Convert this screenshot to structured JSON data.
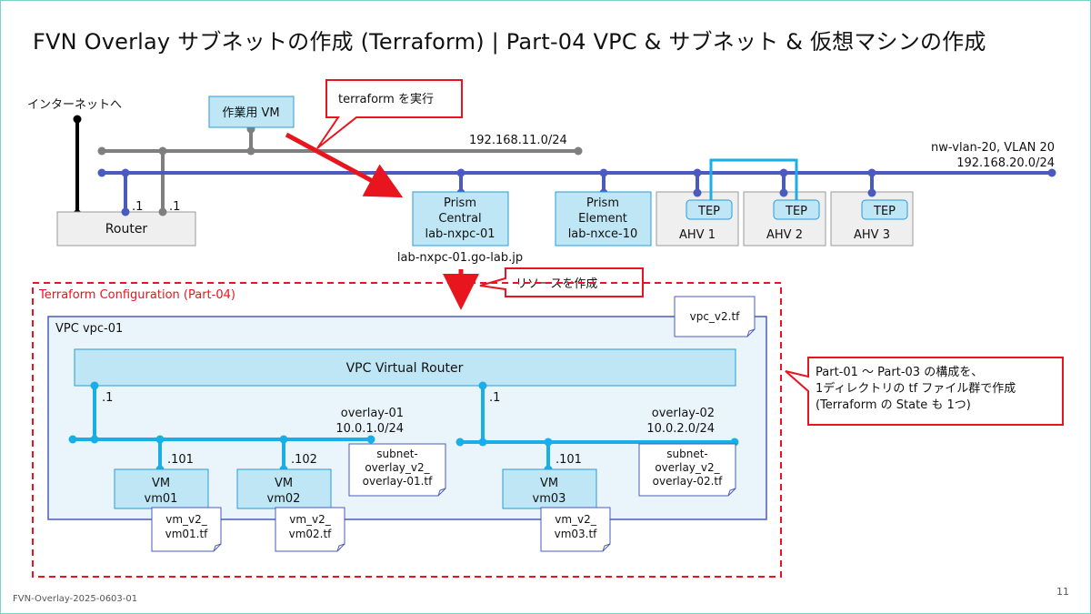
{
  "title": "FVN Overlay サブネットの作成 (Terraform) | Part-04 VPC & サブネット & 仮想マシンの作成",
  "footer": "FVN-Overlay-2025-0603-01",
  "page_number": "11",
  "internet_label": "インターネットへ",
  "router": {
    "label": "Router",
    "ip_left": ".1",
    "ip_right": ".1"
  },
  "work_vm": {
    "label": "作業用 VM"
  },
  "callout_terraform": "terraform を実行",
  "net_mgmt": {
    "cidr": "192.168.11.0/24"
  },
  "net_vlan": {
    "name": "nw-vlan-20, VLAN 20",
    "cidr": "192.168.20.0/24"
  },
  "prism_central": {
    "line1": "Prism",
    "line2": "Central",
    "line3": "lab-nxpc-01",
    "fqdn": "lab-nxpc-01.go-lab.jp"
  },
  "prism_element": {
    "line1": "Prism",
    "line2": "Element",
    "line3": "lab-nxce-10"
  },
  "hosts": [
    {
      "tep": "TEP",
      "name": "AHV 1"
    },
    {
      "tep": "TEP",
      "name": "AHV 2"
    },
    {
      "tep": "TEP",
      "name": "AHV 3"
    }
  ],
  "callout_resources": "リソースを作成",
  "tf_config_label": "Terraform Configuration (Part-04)",
  "vpc": {
    "label": "VPC vpc-01",
    "file": "vpc_v2.tf"
  },
  "router_vpc": {
    "label": "VPC Virtual Router",
    "ip_left": ".1",
    "ip_right": ".1"
  },
  "overlay1": {
    "name": "overlay-01",
    "cidr": "10.0.1.0/24",
    "file_l1": "subnet-",
    "file_l2": "overlay_v2_",
    "file_l3": "overlay-01.tf"
  },
  "overlay2": {
    "name": "overlay-02",
    "cidr": "10.0.2.0/24",
    "file_l1": "subnet-",
    "file_l2": "overlay_v2_",
    "file_l3": "overlay-02.tf"
  },
  "vms": [
    {
      "l1": "VM",
      "l2": "vm01",
      "ip": ".101",
      "file_l1": "vm_v2_",
      "file_l2": "vm01.tf"
    },
    {
      "l1": "VM",
      "l2": "vm02",
      "ip": ".102",
      "file_l1": "vm_v2_",
      "file_l2": "vm02.tf"
    },
    {
      "l1": "VM",
      "l2": "vm03",
      "ip": ".101",
      "file_l1": "vm_v2_",
      "file_l2": "vm03.tf"
    }
  ],
  "note": {
    "line1": "Part-01 ～ Part-03 の構成を、",
    "line2": "1ディレクトリの tf ファイル群で作成",
    "line3": "(Terraform の State も 1つ)"
  },
  "colors": {
    "vlan_line": "#4a5bbd",
    "mgmt_line": "#7f7f7f",
    "overlay_line": "#1aaee6",
    "node_fill": "#bfe6f5",
    "node_border": "#2a9bd6",
    "callout_red": "#e8141e",
    "vpc_fill": "#eaf5fb"
  }
}
